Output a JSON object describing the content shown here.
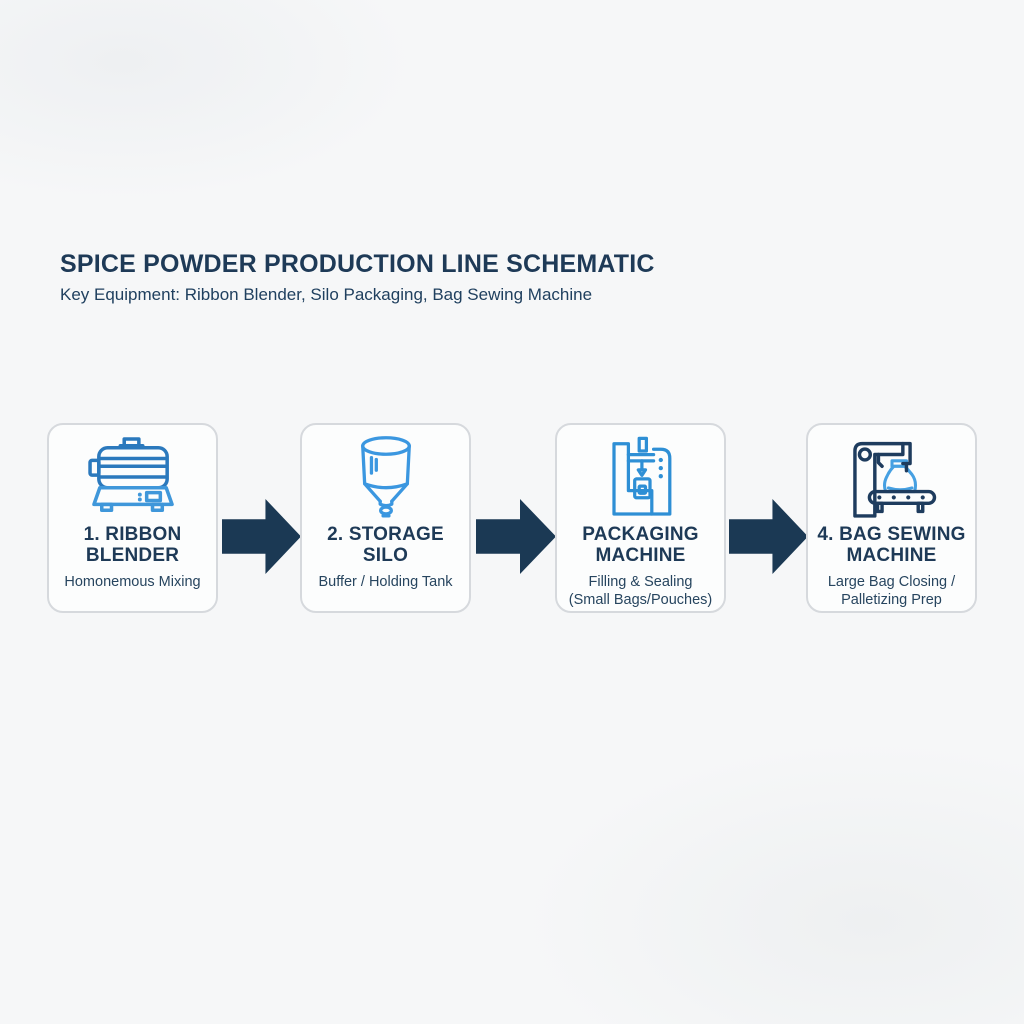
{
  "header": {
    "title": "SPICE POWDER PRODUCTION LINE SCHEMATIC",
    "subtitle": "Key Equipment: Ribbon Blender, Silo Packaging, Bag Sewing Machine"
  },
  "flow": {
    "steps": [
      {
        "icon": "ribbon-blender-icon",
        "title": "1. RIBBON\nBLENDER",
        "subtitle": "Homonemous Mixing"
      },
      {
        "icon": "storage-silo-icon",
        "title": "2. STORAGE\nSILO",
        "subtitle": "Buffer / Holding Tank"
      },
      {
        "icon": "packaging-machine-icon",
        "title": "PACKAGING\nMACHINE",
        "subtitle": "Filling & Sealing\n(Small Bags/Pouches)"
      },
      {
        "icon": "bag-sewing-machine-icon",
        "title": "4. BAG SEWING\nMACHINE",
        "subtitle": "Large Bag Closing /\nPalletizing Prep"
      }
    ],
    "arrow_count": 3
  },
  "colors": {
    "heading_navy": "#1e3a57",
    "arrow_navy": "#1b3954",
    "icon_blue": "#2e8fd5",
    "icon_blue_dark": "#2b79bd",
    "icon_blue_light": "#46a0e2",
    "card_border": "#d6d9dd",
    "card_background": "#fcfdfd",
    "page_background": "#f6f7f8"
  }
}
